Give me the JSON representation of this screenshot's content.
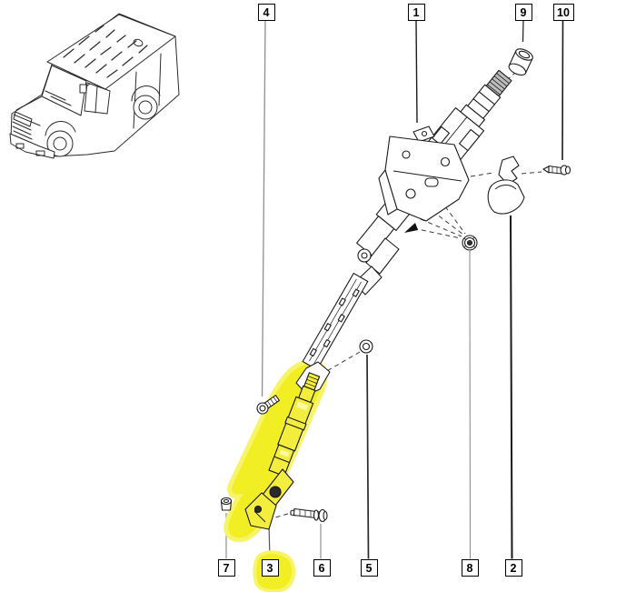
{
  "diagram": {
    "kind": "vehicle parts exploded diagram - steering column",
    "background": "#ffffff",
    "highlighted_callout": "3"
  },
  "colors": {
    "line": "#1c1c1c",
    "leader_gray": "#8f8f8f",
    "leader_dark": "#222222",
    "highlight_yellow": "#f2ee24",
    "highlight_fringe": "#f7f46a",
    "box_fill": "#ffffff",
    "box_border": "#000000"
  },
  "callouts": [
    {
      "label": "4",
      "row": "top",
      "highlighted": false
    },
    {
      "label": "1",
      "row": "top",
      "highlighted": false
    },
    {
      "label": "9",
      "row": "top",
      "highlighted": false
    },
    {
      "label": "10",
      "row": "top",
      "highlighted": false
    },
    {
      "label": "7",
      "row": "bottom",
      "highlighted": false
    },
    {
      "label": "3",
      "row": "bottom",
      "highlighted": true
    },
    {
      "label": "6",
      "row": "bottom",
      "highlighted": false
    },
    {
      "label": "5",
      "row": "bottom",
      "highlighted": false
    },
    {
      "label": "8",
      "row": "bottom",
      "highlighted": false
    },
    {
      "label": "2",
      "row": "bottom",
      "highlighted": false
    }
  ]
}
